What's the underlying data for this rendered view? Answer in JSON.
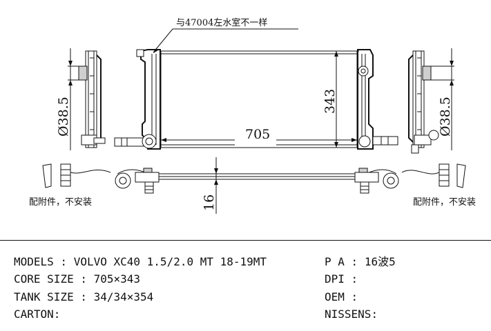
{
  "drawing": {
    "note_top": "与47004左水室不一样",
    "dim_height": "343",
    "dim_width": "705",
    "dim_left_diameter": "Ø38.5",
    "dim_right_diameter": "Ø38.5",
    "dim_bottom": "16",
    "note_left": "配附件，不安装",
    "note_right": "配附件，不安装"
  },
  "specs": {
    "models_label": "MODELS",
    "models_value": "VOLVO XC40 1.5/2.0 MT 18-19MT",
    "core_label": "CORE SIZE",
    "core_value": "705×343",
    "tank_label": "TANK SIZE",
    "tank_value": "34/34×354",
    "carton_label": "CARTON",
    "pa_label": "P A",
    "pa_value": "16波5",
    "dpi_label": "DPI",
    "oem_label": "OEM",
    "nissens_label": "NISSENS"
  }
}
